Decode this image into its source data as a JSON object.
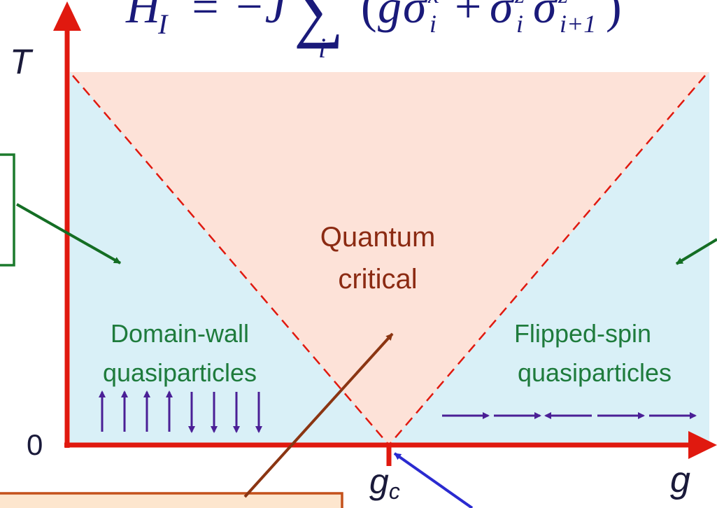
{
  "formula": {
    "h_letter": "H",
    "h_subscript": "I",
    "operator_text": "= −J",
    "sum_symbol": "∑",
    "sum_index": "i",
    "paren_open": "(",
    "g_letter": "g",
    "sigma1": "σ",
    "sigma1_sup": "x",
    "sigma1_sub": "i",
    "plus": "+",
    "sigma2": "σ",
    "sigma2_sup": "z",
    "sigma2_sub": "i",
    "sigma3": "σ",
    "sigma3_sup": "z",
    "sigma3_sub": "i+1",
    "paren_close": ")"
  },
  "axes": {
    "y_label": "T",
    "origin_label": "0",
    "x_label": "g",
    "critical_point_label": "g",
    "critical_point_subscript": "c"
  },
  "regions": {
    "center_line1": "Quantum",
    "center_line2": "critical",
    "left_line1": "Domain-wall",
    "left_line2": "quasiparticles",
    "right_line1": "Flipped-spin",
    "right_line2": "quasiparticles"
  },
  "colors": {
    "axis": "#e0190f",
    "critical_fill": "#fde2d8",
    "ordered_fill": "#d9f0f7",
    "boundary_dash": "#e0190f",
    "center_text": "#8b2a12",
    "side_text": "#1e7b3c",
    "green_arrow": "#146e24",
    "brown_arrow": "#8b3512",
    "blue_arrow": "#2a2ad0",
    "spin_arrow": "#4a1f96",
    "box_green": "#1b7a2c",
    "box_orange": "#c4511b"
  },
  "spins": {
    "left": [
      "up",
      "up",
      "up",
      "up",
      "down",
      "down",
      "down",
      "down"
    ],
    "right": [
      "right",
      "right",
      "left",
      "right",
      "right"
    ]
  }
}
